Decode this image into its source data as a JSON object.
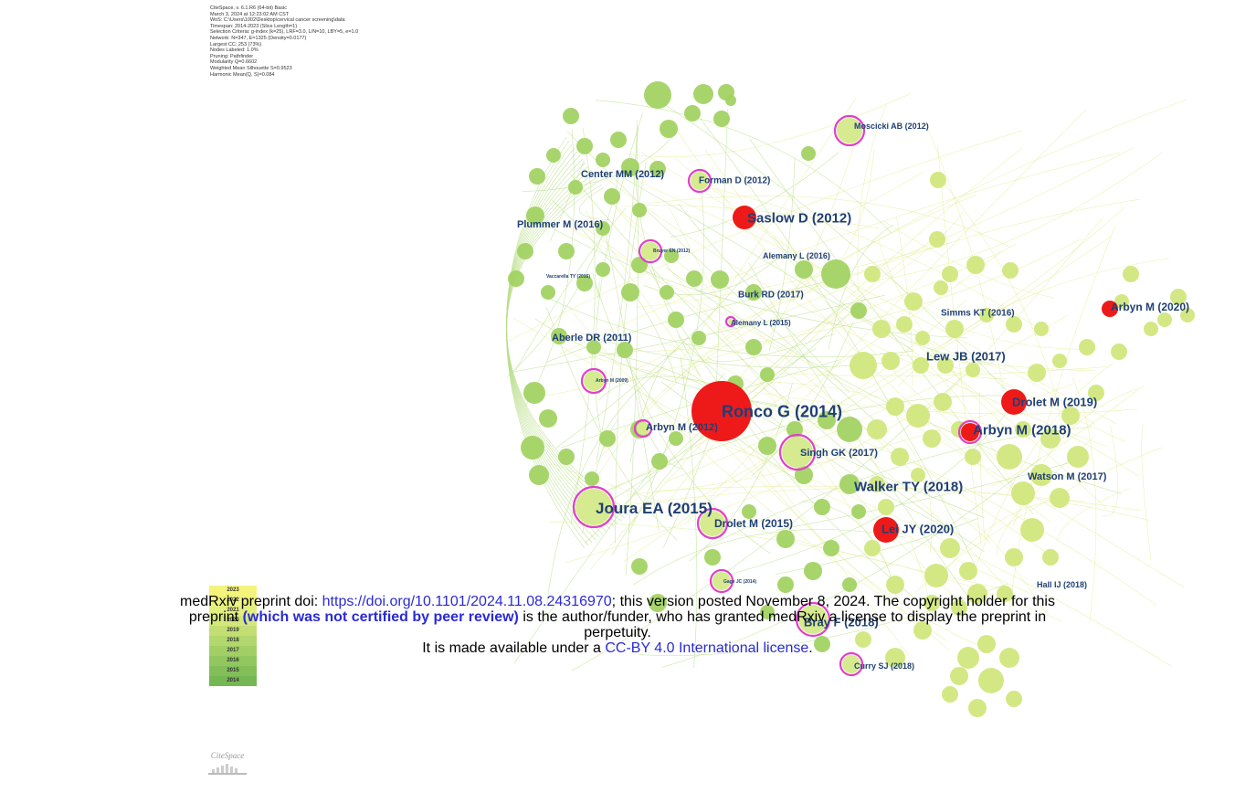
{
  "citespace_meta": [
    "CiteSpace, v. 6.1.R6 (64-bit) Basic",
    "March 3, 2024 at 12:23:02 AM CST",
    "WoS: C:\\Users\\1002\\Desktop\\cervical cancer screening\\data",
    "Timespan: 2014-2023 (Slice Length=1)",
    "Selection Criteria: g-index (k=25), LRF=3.0, L/N=10, LBY=5, e=1.0",
    "Network: N=347, E=1325 (Density=0.0177)",
    "Largest CC: 253 (73%)",
    "Nodes Labeled: 1.0%",
    "Pruning: Pathfinder",
    "Modularity Q=0.6602",
    "Weighted Mean Silhouette S=0.9523",
    "Harmonic Mean(Q, S)=0.084"
  ],
  "labels": [
    "Moscicki AB (2012)",
    "Center MM (2012)",
    "Forman D (2012)",
    "Saslow D (2012)",
    "Plummer M (2016)",
    "Bruyer EN (2012)",
    "Alemany L (2016)",
    "Vaccarella TY (2016)",
    "Burk RD (2017)",
    "Simms KT (2016)",
    "Arbyn M (2020)",
    "Alemany L (2015)",
    "Aberle DR (2011)",
    "Lew JB (2017)",
    "Arbyn M (2009)",
    "Drolet M (2019)",
    "Ronco G (2014)",
    "Arbyn M (2018)",
    "Arbyn M (2012)",
    "Singh GK (2017)",
    "Watson M (2017)",
    "Walker TY (2018)",
    "Joura EA (2015)",
    "Drolet M (2015)",
    "Lei JY (2020)",
    "Gage JC (2014)",
    "Hall IJ (2018)",
    "Bray F (2018)",
    "Curry SJ (2018)"
  ],
  "legend_years": [
    "2023",
    "2022",
    "2021",
    "2020",
    "2019",
    "2018",
    "2017",
    "2016",
    "2015",
    "2014"
  ],
  "logo_text": "CiteSpace",
  "notice": {
    "line1_pre": "medRxiv preprint doi: ",
    "doi": "https://doi.org/10.1101/2024.11.08.24316970",
    "line1_post": "; this version posted November 8, 2024. The copyright holder for this",
    "line2_pre": "preprint ",
    "line2_bold": "(which was not certified by peer review)",
    "line2_post": " is the author/funder, who has granted medRxiv a license to display the preprint in",
    "line3": "perpetuity.",
    "line4_pre": "It is made available under a ",
    "license": "CC-BY 4.0 International license",
    "line4_post": "."
  },
  "colors": {
    "burst": "#ee1a1a",
    "ring": "#e040c8",
    "node_green": "#9fd160",
    "node_yellowgreen": "#cfe67a",
    "label": "#1f3f74",
    "link": "#2a2ad6"
  }
}
